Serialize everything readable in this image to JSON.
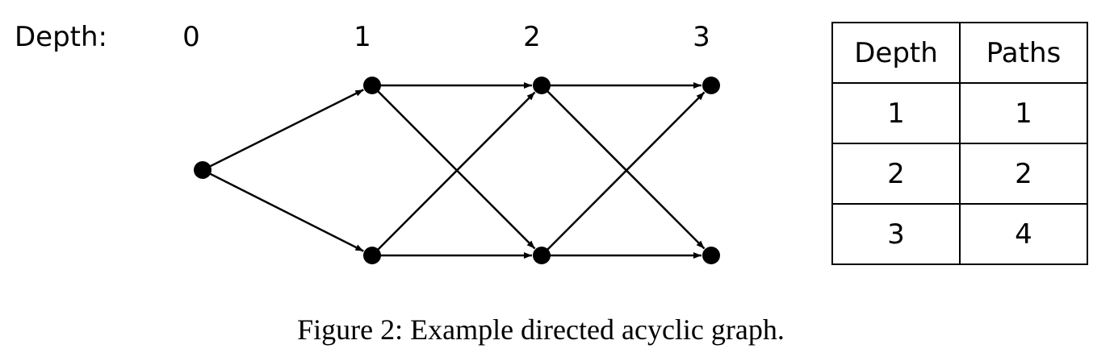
{
  "depth_row": {
    "heading": "Depth:",
    "levels": [
      "0",
      "1",
      "2",
      "3"
    ]
  },
  "graph": {
    "nodes": [
      {
        "id": "n0",
        "depth": 0
      },
      {
        "id": "n1a",
        "depth": 1
      },
      {
        "id": "n1b",
        "depth": 1
      },
      {
        "id": "n2a",
        "depth": 2
      },
      {
        "id": "n2b",
        "depth": 2
      },
      {
        "id": "n3a",
        "depth": 3
      },
      {
        "id": "n3b",
        "depth": 3
      }
    ],
    "edges": [
      {
        "from": "n0",
        "to": "n1a"
      },
      {
        "from": "n0",
        "to": "n1b"
      },
      {
        "from": "n1a",
        "to": "n2a"
      },
      {
        "from": "n1a",
        "to": "n2b"
      },
      {
        "from": "n1b",
        "to": "n2a"
      },
      {
        "from": "n1b",
        "to": "n2b"
      },
      {
        "from": "n2a",
        "to": "n3a"
      },
      {
        "from": "n2a",
        "to": "n3b"
      },
      {
        "from": "n2b",
        "to": "n3a"
      },
      {
        "from": "n2b",
        "to": "n3b"
      }
    ]
  },
  "table": {
    "headers": [
      "Depth",
      "Paths"
    ],
    "rows": [
      [
        "1",
        "1"
      ],
      [
        "2",
        "2"
      ],
      [
        "3",
        "4"
      ]
    ]
  },
  "caption": "Figure 2: Example directed acyclic graph."
}
